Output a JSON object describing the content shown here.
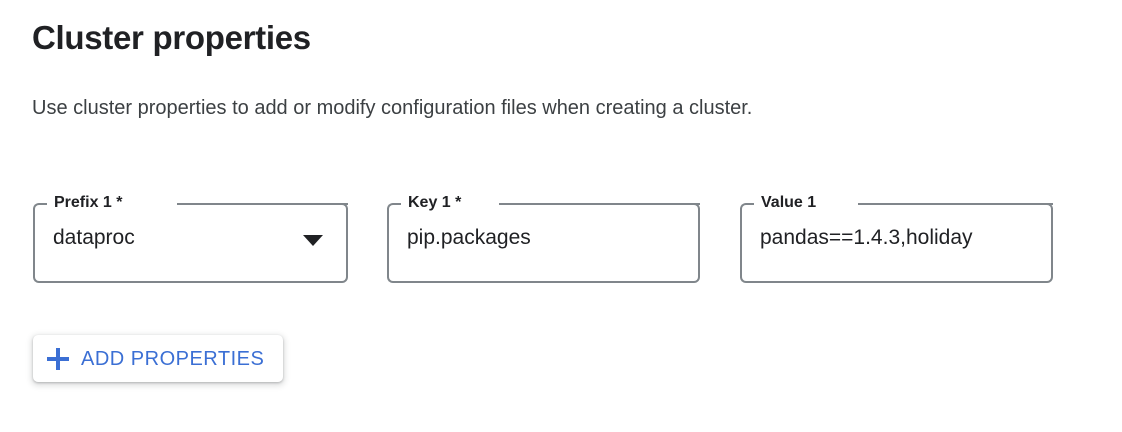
{
  "page": {
    "title": "Cluster properties",
    "description": "Use cluster properties to add or modify configuration files when creating a cluster."
  },
  "colors": {
    "accent_blue": "#3b6fd4",
    "text_primary": "#202124",
    "text_secondary": "#3c4043",
    "field_border": "#80868b",
    "background": "#ffffff"
  },
  "fields": [
    {
      "name": "prefix-1",
      "label": "Prefix 1 *",
      "label_text": "Prefix 1",
      "required": true,
      "type": "select",
      "value": "dataproc",
      "placeholder": "",
      "icon": "chevron-down-icon"
    },
    {
      "name": "key-1",
      "label": "Key 1 *",
      "label_text": "Key 1",
      "required": true,
      "type": "text",
      "value": "pip.packages",
      "placeholder": ""
    },
    {
      "name": "value-1",
      "label": "Value 1",
      "label_text": "Value 1",
      "required": false,
      "type": "text",
      "value": "pandas==1.4.3,holiday",
      "placeholder": ""
    }
  ],
  "actions": {
    "add_properties": {
      "label": "ADD PROPERTIES",
      "icon": "plus-icon"
    }
  }
}
